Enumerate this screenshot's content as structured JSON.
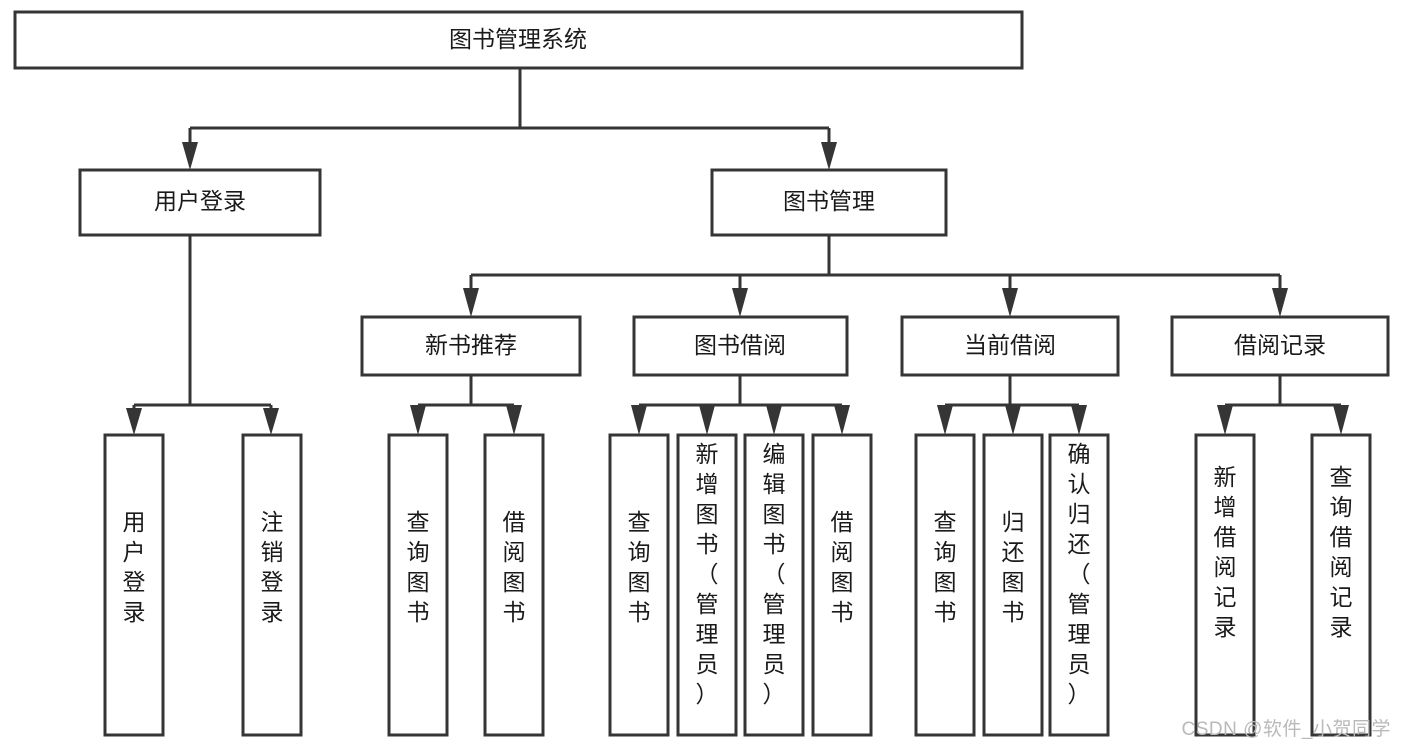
{
  "diagram": {
    "type": "tree",
    "title": "图书管理系统",
    "watermark": "CSDN @软件_小贺同学",
    "colors": {
      "stroke": "#353535",
      "box_fill": "#ffffff",
      "text": "#1a1a1a",
      "background": "#ffffff",
      "watermark": "#b9b9b9"
    },
    "levels": [
      {
        "level": 0,
        "nodes": [
          {
            "id": "root",
            "label": "图书管理系统",
            "orientation": "horizontal"
          }
        ]
      },
      {
        "level": 1,
        "nodes": [
          {
            "id": "user-login",
            "label": "用户登录",
            "orientation": "horizontal",
            "parent": "root"
          },
          {
            "id": "book-manage",
            "label": "图书管理",
            "orientation": "horizontal",
            "parent": "root"
          }
        ]
      },
      {
        "level": 2,
        "nodes": [
          {
            "id": "new-book-rec",
            "label": "新书推荐",
            "orientation": "horizontal",
            "parent": "book-manage"
          },
          {
            "id": "book-borrow",
            "label": "图书借阅",
            "orientation": "horizontal",
            "parent": "book-manage"
          },
          {
            "id": "current-borrow",
            "label": "当前借阅",
            "orientation": "horizontal",
            "parent": "book-manage"
          },
          {
            "id": "borrow-record",
            "label": "借阅记录",
            "orientation": "horizontal",
            "parent": "book-manage"
          }
        ]
      },
      {
        "level": 3,
        "nodes": [
          {
            "id": "leaf-user-login",
            "label": "用户登录",
            "orientation": "vertical",
            "parent": "user-login"
          },
          {
            "id": "leaf-logout",
            "label": "注销登录",
            "orientation": "vertical",
            "parent": "user-login"
          },
          {
            "id": "leaf-query-book-1",
            "label": "查询图书",
            "orientation": "vertical",
            "parent": "new-book-rec"
          },
          {
            "id": "leaf-borrow-book-1",
            "label": "借阅图书",
            "orientation": "vertical",
            "parent": "new-book-rec"
          },
          {
            "id": "leaf-query-book-2",
            "label": "查询图书",
            "orientation": "vertical",
            "parent": "book-borrow"
          },
          {
            "id": "leaf-add-book",
            "label": "新增图书（管理员）",
            "orientation": "vertical",
            "parent": "book-borrow"
          },
          {
            "id": "leaf-edit-book",
            "label": "编辑图书（管理员）",
            "orientation": "vertical",
            "parent": "book-borrow"
          },
          {
            "id": "leaf-borrow-book-2",
            "label": "借阅图书",
            "orientation": "vertical",
            "parent": "book-borrow"
          },
          {
            "id": "leaf-query-book-3",
            "label": "查询图书",
            "orientation": "vertical",
            "parent": "current-borrow"
          },
          {
            "id": "leaf-return-book",
            "label": "归还图书",
            "orientation": "vertical",
            "parent": "current-borrow"
          },
          {
            "id": "leaf-confirm-return",
            "label": "确认归还（管理员）",
            "orientation": "vertical",
            "parent": "current-borrow"
          },
          {
            "id": "leaf-add-record",
            "label": "新增借阅记录",
            "orientation": "vertical",
            "parent": "borrow-record"
          },
          {
            "id": "leaf-query-record",
            "label": "查询借阅记录",
            "orientation": "vertical",
            "parent": "borrow-record"
          }
        ]
      }
    ]
  }
}
